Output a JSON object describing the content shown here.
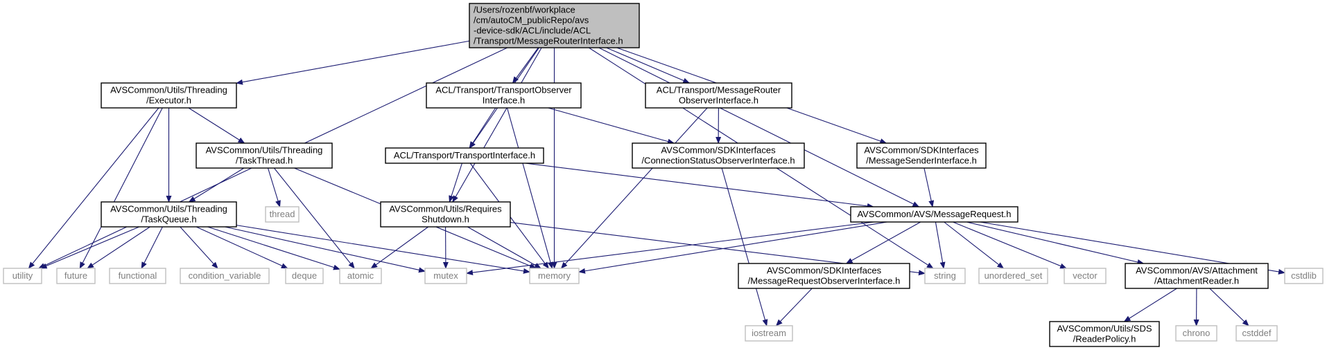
{
  "style": {
    "edge_color": "#191970",
    "root_fill": "#bfbfbf",
    "project_border": "#000000",
    "system_border": "#bfbfbf",
    "system_text": "#7f7f7f",
    "text_color": "#000000"
  },
  "nodes": [
    {
      "id": "root",
      "kind": "root",
      "lines": [
        "/Users/rozenbf/workplace",
        "/cm/autoCM_publicRepo/avs",
        "-device-sdk/ACL/include/ACL",
        "/Transport/MessageRouterInterface.h"
      ]
    },
    {
      "id": "executor",
      "kind": "project",
      "lines": [
        "AVSCommon/Utils/Threading",
        "/Executor.h"
      ]
    },
    {
      "id": "transport_observer",
      "kind": "project",
      "lines": [
        "ACL/Transport/TransportObserver",
        "Interface.h"
      ]
    },
    {
      "id": "router_observer",
      "kind": "project",
      "lines": [
        "ACL/Transport/MessageRouter",
        "ObserverInterface.h"
      ]
    },
    {
      "id": "task_thread",
      "kind": "project",
      "lines": [
        "AVSCommon/Utils/Threading",
        "/TaskThread.h"
      ]
    },
    {
      "id": "transport_interface",
      "kind": "project",
      "lines": [
        "ACL/Transport/TransportInterface.h"
      ]
    },
    {
      "id": "conn_status",
      "kind": "project",
      "lines": [
        "AVSCommon/SDKInterfaces",
        "/ConnectionStatusObserverInterface.h"
      ]
    },
    {
      "id": "msg_sender",
      "kind": "project",
      "lines": [
        "AVSCommon/SDKInterfaces",
        "/MessageSenderInterface.h"
      ]
    },
    {
      "id": "task_queue",
      "kind": "project",
      "lines": [
        "AVSCommon/Utils/Threading",
        "/TaskQueue.h"
      ]
    },
    {
      "id": "requires_shutdown",
      "kind": "project",
      "lines": [
        "AVSCommon/Utils/Requires",
        "Shutdown.h"
      ]
    },
    {
      "id": "message_request",
      "kind": "project",
      "lines": [
        "AVSCommon/AVS/MessageRequest.h"
      ]
    },
    {
      "id": "thread",
      "kind": "system",
      "lines": [
        "thread"
      ]
    },
    {
      "id": "utility",
      "kind": "system",
      "lines": [
        "utility"
      ]
    },
    {
      "id": "future",
      "kind": "system",
      "lines": [
        "future"
      ]
    },
    {
      "id": "functional",
      "kind": "system",
      "lines": [
        "functional"
      ]
    },
    {
      "id": "condition_variable",
      "kind": "system",
      "lines": [
        "condition_variable"
      ]
    },
    {
      "id": "deque",
      "kind": "system",
      "lines": [
        "deque"
      ]
    },
    {
      "id": "atomic",
      "kind": "system",
      "lines": [
        "atomic"
      ]
    },
    {
      "id": "mutex",
      "kind": "system",
      "lines": [
        "mutex"
      ]
    },
    {
      "id": "memory",
      "kind": "system",
      "lines": [
        "memory"
      ]
    },
    {
      "id": "string",
      "kind": "system",
      "lines": [
        "string"
      ]
    },
    {
      "id": "unordered_set",
      "kind": "system",
      "lines": [
        "unordered_set"
      ]
    },
    {
      "id": "vector",
      "kind": "system",
      "lines": [
        "vector"
      ]
    },
    {
      "id": "attachment_reader",
      "kind": "project",
      "lines": [
        "AVSCommon/AVS/Attachment",
        "/AttachmentReader.h"
      ]
    },
    {
      "id": "cstdlib",
      "kind": "system",
      "lines": [
        "cstdlib"
      ]
    },
    {
      "id": "msg_req_observer",
      "kind": "project",
      "lines": [
        "AVSCommon/SDKInterfaces",
        "/MessageRequestObserverInterface.h"
      ]
    },
    {
      "id": "iostream",
      "kind": "system",
      "lines": [
        "iostream"
      ]
    },
    {
      "id": "reader_policy",
      "kind": "project",
      "lines": [
        "AVSCommon/Utils/SDS",
        "/ReaderPolicy.h"
      ]
    },
    {
      "id": "chrono",
      "kind": "system",
      "lines": [
        "chrono"
      ]
    },
    {
      "id": "cstddef",
      "kind": "system",
      "lines": [
        "cstddef"
      ]
    }
  ],
  "edges": [
    [
      "root",
      "utility"
    ],
    [
      "root",
      "executor"
    ],
    [
      "root",
      "requires_shutdown"
    ],
    [
      "root",
      "transport_interface"
    ],
    [
      "root",
      "transport_observer"
    ],
    [
      "root",
      "memory"
    ],
    [
      "root",
      "router_observer"
    ],
    [
      "root",
      "msg_sender"
    ],
    [
      "root",
      "message_request"
    ],
    [
      "root",
      "string"
    ],
    [
      "executor",
      "utility"
    ],
    [
      "executor",
      "future"
    ],
    [
      "executor",
      "task_queue"
    ],
    [
      "executor",
      "task_thread"
    ],
    [
      "task_thread",
      "task_queue"
    ],
    [
      "task_thread",
      "thread"
    ],
    [
      "task_thread",
      "atomic"
    ],
    [
      "task_thread",
      "memory"
    ],
    [
      "task_queue",
      "utility"
    ],
    [
      "task_queue",
      "future"
    ],
    [
      "task_queue",
      "functional"
    ],
    [
      "task_queue",
      "condition_variable"
    ],
    [
      "task_queue",
      "deque"
    ],
    [
      "task_queue",
      "atomic"
    ],
    [
      "task_queue",
      "mutex"
    ],
    [
      "task_queue",
      "memory"
    ],
    [
      "transport_observer",
      "transport_interface"
    ],
    [
      "transport_observer",
      "conn_status"
    ],
    [
      "transport_observer",
      "memory"
    ],
    [
      "router_observer",
      "conn_status"
    ],
    [
      "router_observer",
      "memory"
    ],
    [
      "transport_interface",
      "requires_shutdown"
    ],
    [
      "transport_interface",
      "message_request"
    ],
    [
      "transport_interface",
      "memory"
    ],
    [
      "requires_shutdown",
      "atomic"
    ],
    [
      "requires_shutdown",
      "mutex"
    ],
    [
      "requires_shutdown",
      "memory"
    ],
    [
      "requires_shutdown",
      "string"
    ],
    [
      "conn_status",
      "iostream"
    ],
    [
      "msg_sender",
      "message_request"
    ],
    [
      "message_request",
      "mutex"
    ],
    [
      "message_request",
      "memory"
    ],
    [
      "message_request",
      "msg_req_observer"
    ],
    [
      "message_request",
      "string"
    ],
    [
      "message_request",
      "unordered_set"
    ],
    [
      "message_request",
      "vector"
    ],
    [
      "message_request",
      "attachment_reader"
    ],
    [
      "message_request",
      "cstdlib"
    ],
    [
      "msg_req_observer",
      "iostream"
    ],
    [
      "attachment_reader",
      "reader_policy"
    ],
    [
      "attachment_reader",
      "chrono"
    ],
    [
      "attachment_reader",
      "cstddef"
    ]
  ]
}
